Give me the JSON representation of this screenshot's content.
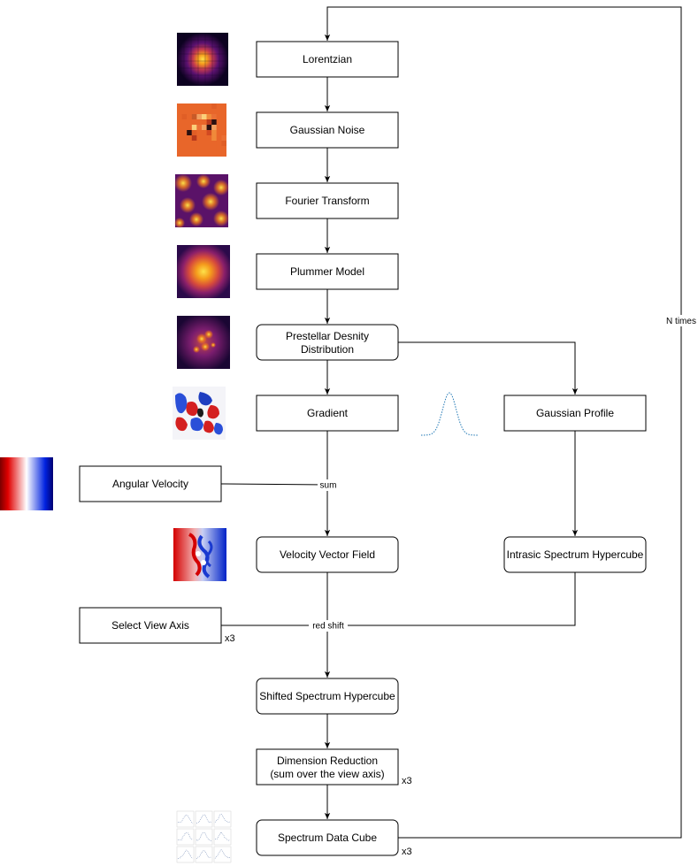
{
  "nodes": {
    "lorentzian": "Lorentzian",
    "gaussian_noise": "Gaussian Noise",
    "fourier_transform": "Fourier Transform",
    "plummer_model": "Plummer Model",
    "prestellar_line1": "Prestellar Desnity",
    "prestellar_line2": "Distribution",
    "gradient": "Gradient",
    "gaussian_profile": "Gaussian Profile",
    "angular_velocity": "Angular Velocity",
    "velocity_vector_field": "Velocity Vector Field",
    "intrinsic_spectrum": "Intrasic Spectrum Hypercube",
    "select_view_axis": "Select View Axis",
    "shifted_spectrum": "Shifted Spectrum Hypercube",
    "dimension_line1": "Dimension Reduction",
    "dimension_line2": "(sum over the view axis)",
    "spectrum_data_cube": "Spectrum Data Cube"
  },
  "edge_labels": {
    "sum": "sum",
    "red_shift": "red shift",
    "n_times": "N times"
  },
  "multipliers": {
    "select_view_axis": "x3",
    "dimension_reduction": "x3",
    "spectrum_data_cube": "x3"
  },
  "thumbnails": [
    {
      "name": "lorentzian-thumbnail",
      "style": "inferno-peak"
    },
    {
      "name": "gaussian-noise-thumbnail",
      "style": "orange-noise"
    },
    {
      "name": "fourier-transform-thumbnail",
      "style": "inferno-blobs"
    },
    {
      "name": "plummer-model-thumbnail",
      "style": "inferno-smooth"
    },
    {
      "name": "prestellar-density-thumbnail",
      "style": "inferno-cloud"
    },
    {
      "name": "gradient-thumbnail",
      "style": "red-blue-patches"
    },
    {
      "name": "angular-velocity-thumbnail",
      "style": "red-white-blue-gradient"
    },
    {
      "name": "velocity-field-thumbnail",
      "style": "red-blue-field"
    },
    {
      "name": "gaussian-profile-thumbnail",
      "style": "dotted-bell-curve"
    },
    {
      "name": "spectrum-grid-thumbnail",
      "style": "small-line-plots"
    }
  ],
  "colors": {
    "inferno_dark": "#0d0221",
    "inferno_mid": "#8a1f6a",
    "inferno_orange": "#f07a1a",
    "inferno_yellow": "#fde24a",
    "velocity_red": "#d40000",
    "velocity_blue": "#0022c8",
    "noise_orange": "#e8662a",
    "curve_blue": "#1f77b4"
  }
}
